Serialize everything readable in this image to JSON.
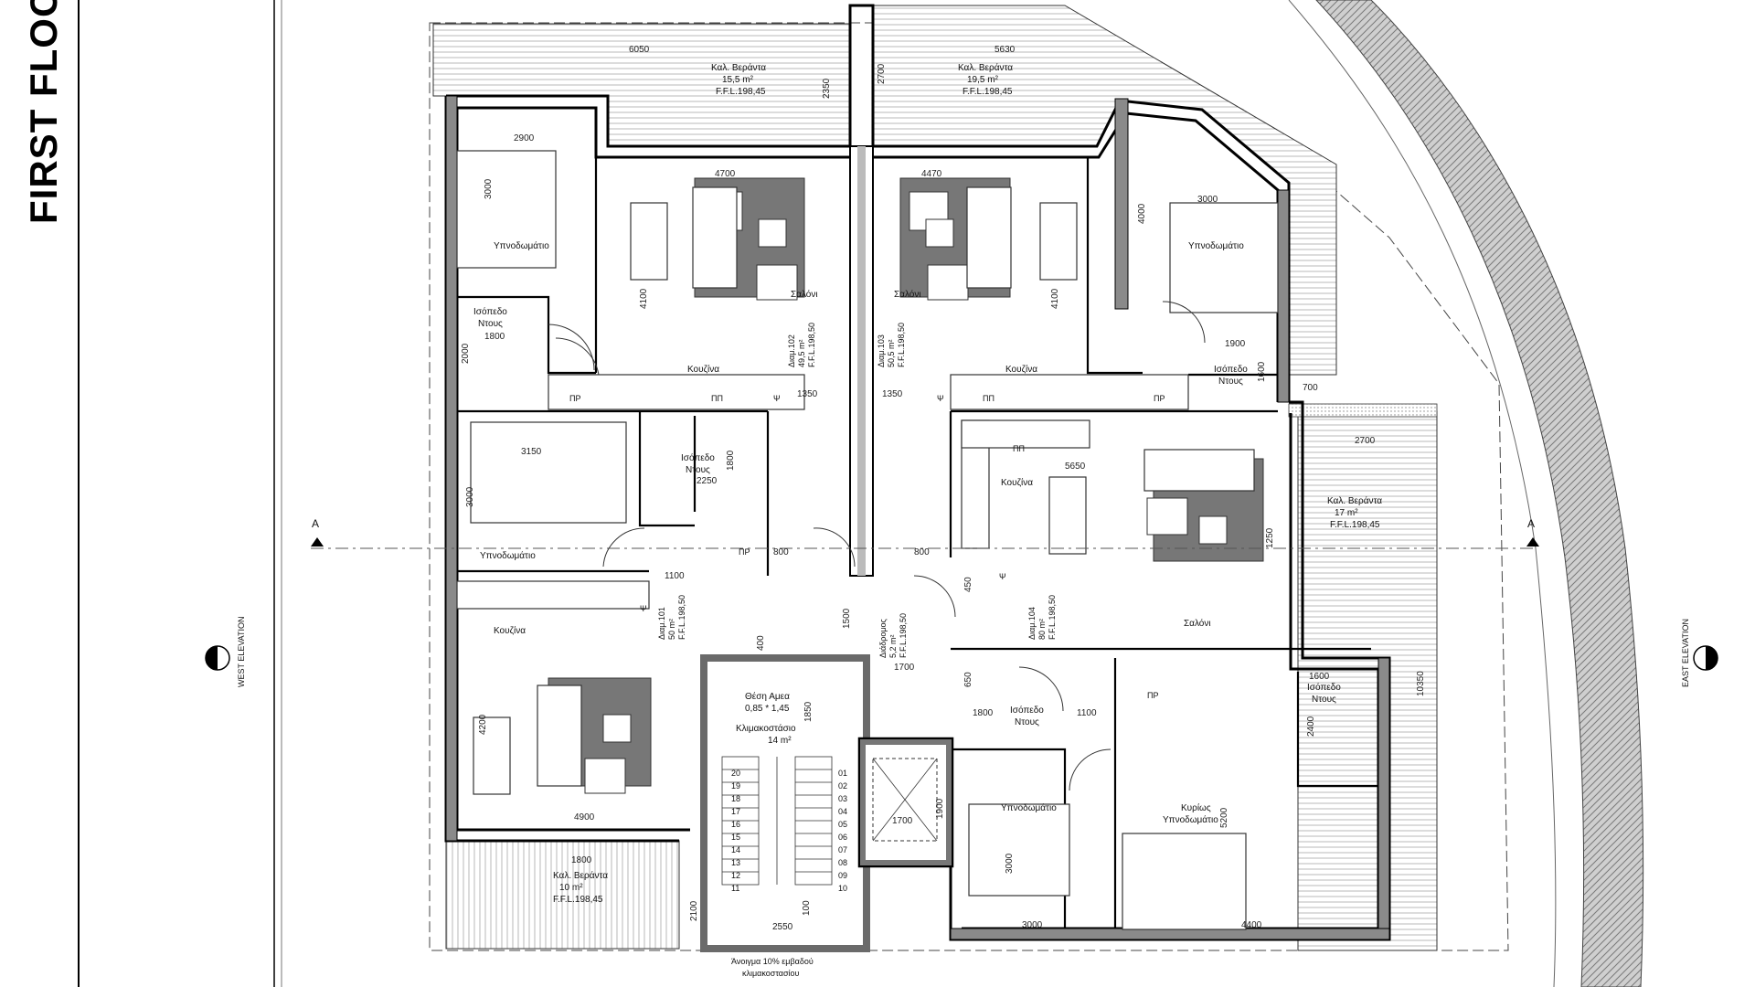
{
  "title": "FIRST FLOO",
  "elevations": {
    "west": "WEST ELEVATION",
    "east": "EAST ELEVATION"
  },
  "section_marks": {
    "left": "A",
    "right": "A"
  },
  "verandas": {
    "nw": {
      "name": "Καλ. Βεράντα",
      "area": "15,5 m²",
      "ffl": "F.F.L.198,45"
    },
    "ne": {
      "name": "Καλ. Βεράντα",
      "area": "19,5 m²",
      "ffl": "F.F.L.198,45"
    },
    "e": {
      "name": "Καλ. Βεράντα",
      "area": "17 m²",
      "ffl": "F.F.L.198,45"
    },
    "sw": {
      "name": "Καλ. Βεράντα",
      "area": "10 m²",
      "ffl": "F.F.L.198,45"
    }
  },
  "rooms": {
    "bedroom_102": "Υπνοδωμάτιο",
    "shower_102": [
      "Ισόπεδο",
      "Ντους"
    ],
    "living_102": "Σαλόνι",
    "kitchen_102": "Κουζίνα",
    "living_103": "Σαλόνι",
    "kitchen_103": "Κουζίνα",
    "bedroom_103": "Υπνοδωμάτιο",
    "shower_103": [
      "Ισόπεδο",
      "Ντους"
    ],
    "bedroom_101": "Υπνοδωμάτιο",
    "shower_101": [
      "Ισόπεδο",
      "Ντους"
    ],
    "kitchen_101": "Κουζίνα",
    "kitchen_104": "Κουζίνα",
    "living_104": "Σαλόνι",
    "shower_104a": [
      "Ισόπεδο",
      "Ντους"
    ],
    "shower_104b": [
      "Ισόπεδο",
      "Ντους"
    ],
    "bedroom_104": "Υπνοδωμάτιο",
    "master_104": [
      "Κυρίως",
      "Υπνοδωμάτιο"
    ],
    "disabled_spot": [
      "Θέση Αμεα",
      "0,85 * 1,45"
    ],
    "stair": [
      "Κλιμακοστάσιο",
      "14 m²"
    ],
    "stair_note": [
      "Άνοιγμα 10% εμβαδού",
      "κλιμακοστασίου"
    ]
  },
  "apartments": {
    "a102": [
      "Διαμ.102",
      "49,5 m²",
      "F.F.L.198,50"
    ],
    "a103": [
      "Διαμ.103",
      "50,5 m²",
      "F.F.L.198,50"
    ],
    "a101": [
      "Διαμ.101",
      "50 m²",
      "F.F.L.198,50"
    ],
    "a104": [
      "Διαμ.104",
      "80 m²",
      "F.F.L.198,50"
    ],
    "corridor": [
      "Διάδρομος",
      "5,2 m²",
      "F.F.L.198,50"
    ]
  },
  "fixtures": {
    "pr": "ΠΡ",
    "pp": "ΠΠ",
    "psi": "Ψ"
  },
  "stair_numbers_left": [
    "20",
    "19",
    "18",
    "17",
    "16",
    "15",
    "14",
    "13",
    "12",
    "11"
  ],
  "stair_numbers_right": [
    "01",
    "02",
    "03",
    "04",
    "05",
    "06",
    "07",
    "08",
    "09",
    "10"
  ],
  "dims": {
    "d6050": "6050",
    "d5630": "5630",
    "d2350": "2350",
    "d2700v": "2700",
    "d2900": "2900",
    "d3000a": "3000",
    "d4700": "4700",
    "d4470": "4470",
    "d3000b": "3000",
    "d4000": "4000",
    "d4100a": "4100",
    "d4100b": "4100",
    "d1800a": "1800",
    "d2000": "2000",
    "d1900": "1900",
    "d1600a": "1600",
    "d700": "700",
    "d1350a": "1350",
    "d1350b": "1350",
    "d2700h": "2700",
    "d3150": "3150",
    "d3000c": "3000",
    "d1800b": "1800",
    "d2250": "2250",
    "d5650": "5650",
    "d1100a": "1100",
    "d800a": "800",
    "d800b": "800",
    "d450": "450",
    "d1250": "1250",
    "d1500": "1500",
    "d400": "400",
    "d1700a": "1700",
    "d650": "650",
    "d1800c": "1800",
    "d1100b": "1100",
    "d1600b": "1600",
    "d2400": "2400",
    "d10350": "10350",
    "d1850": "1850",
    "d4200": "4200",
    "d4900": "4900",
    "d1700b": "1700",
    "d1900b": "1900",
    "d3000d": "3000",
    "d5200": "5200",
    "d1800d": "1800",
    "d2100": "2100",
    "d100": "100",
    "d2550": "2550",
    "d3000e": "3000",
    "d4400": "4400"
  }
}
